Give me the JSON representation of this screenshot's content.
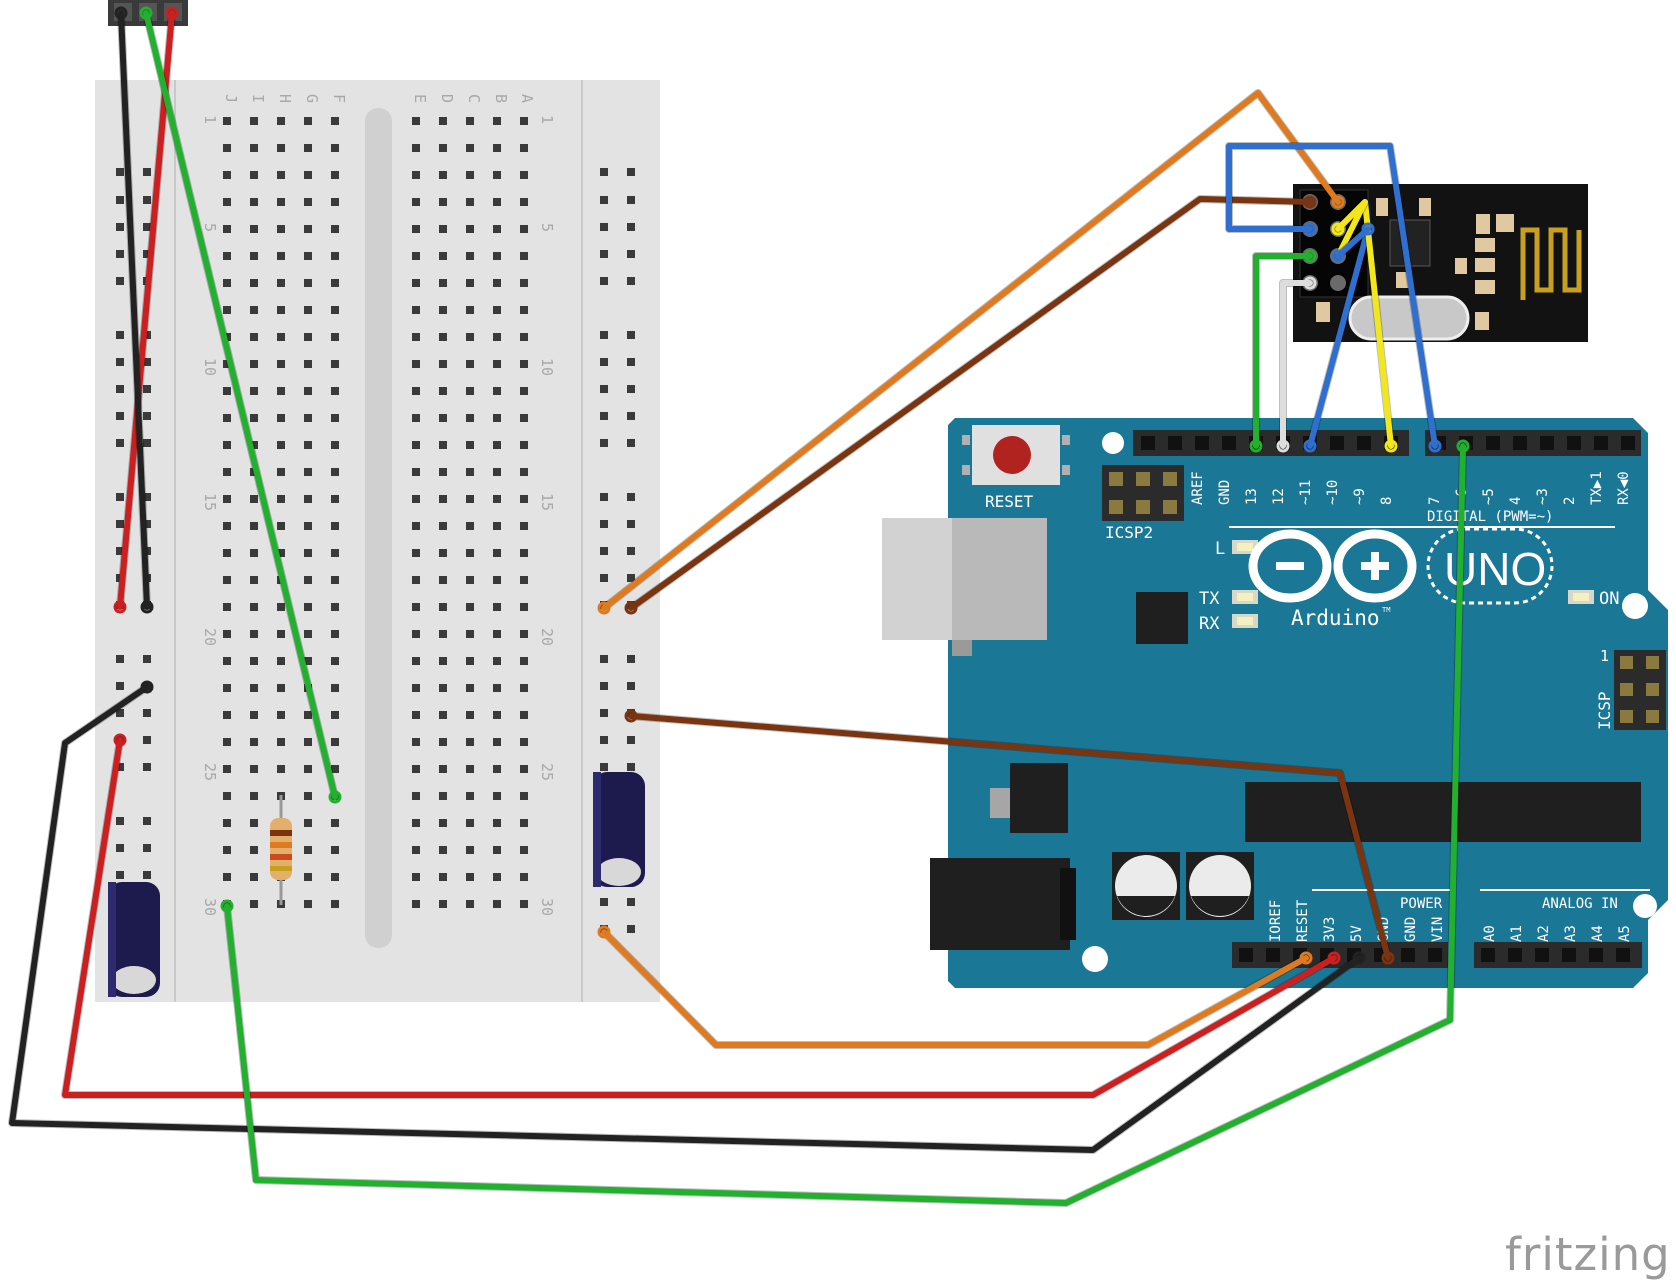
{
  "breadboard": {
    "rows_right": [
      "A",
      "B",
      "C",
      "D",
      "E"
    ],
    "rows_left": [
      "F",
      "G",
      "H",
      "I",
      "J"
    ],
    "numbers": [
      "1",
      "5",
      "10",
      "15",
      "20",
      "25",
      "30"
    ]
  },
  "arduino": {
    "reset_label": "RESET",
    "icsp2_label": "ICSP2",
    "icsp_label": "ICSP",
    "icsp_pin1": "1",
    "led_l": "L",
    "led_tx": "TX",
    "led_rx": "RX",
    "on_label": "ON",
    "logo_text": "Arduino",
    "tm": "TM",
    "uno_text": "UNO",
    "digital_label": "DIGITAL (PWM=~)",
    "power_label": "POWER",
    "analog_label": "ANALOG IN",
    "digital_pins": [
      "AREF",
      "GND",
      "13",
      "12",
      "~11",
      "~10",
      "~9",
      "8",
      "7",
      "~6",
      "~5",
      "4",
      "~3",
      "2",
      "TX▶1",
      "RX◀0"
    ],
    "power_pins": [
      "IOREF",
      "RESET",
      "3V3",
      "5V",
      "GND",
      "GND",
      "VIN"
    ],
    "analog_pins": [
      "A0",
      "A1",
      "A2",
      "A3",
      "A4",
      "A5"
    ]
  },
  "watermark": "fritzing",
  "colors": {
    "arduino_blue": "#1b7796",
    "wire_red": "#cc1f1f",
    "wire_black": "#222222",
    "wire_green": "#22b02f",
    "wire_orange": "#e07a1f",
    "wire_brown": "#7a3410",
    "wire_blue": "#2f6fd0",
    "wire_yellow": "#f2e61c",
    "wire_white": "#dddddd"
  }
}
